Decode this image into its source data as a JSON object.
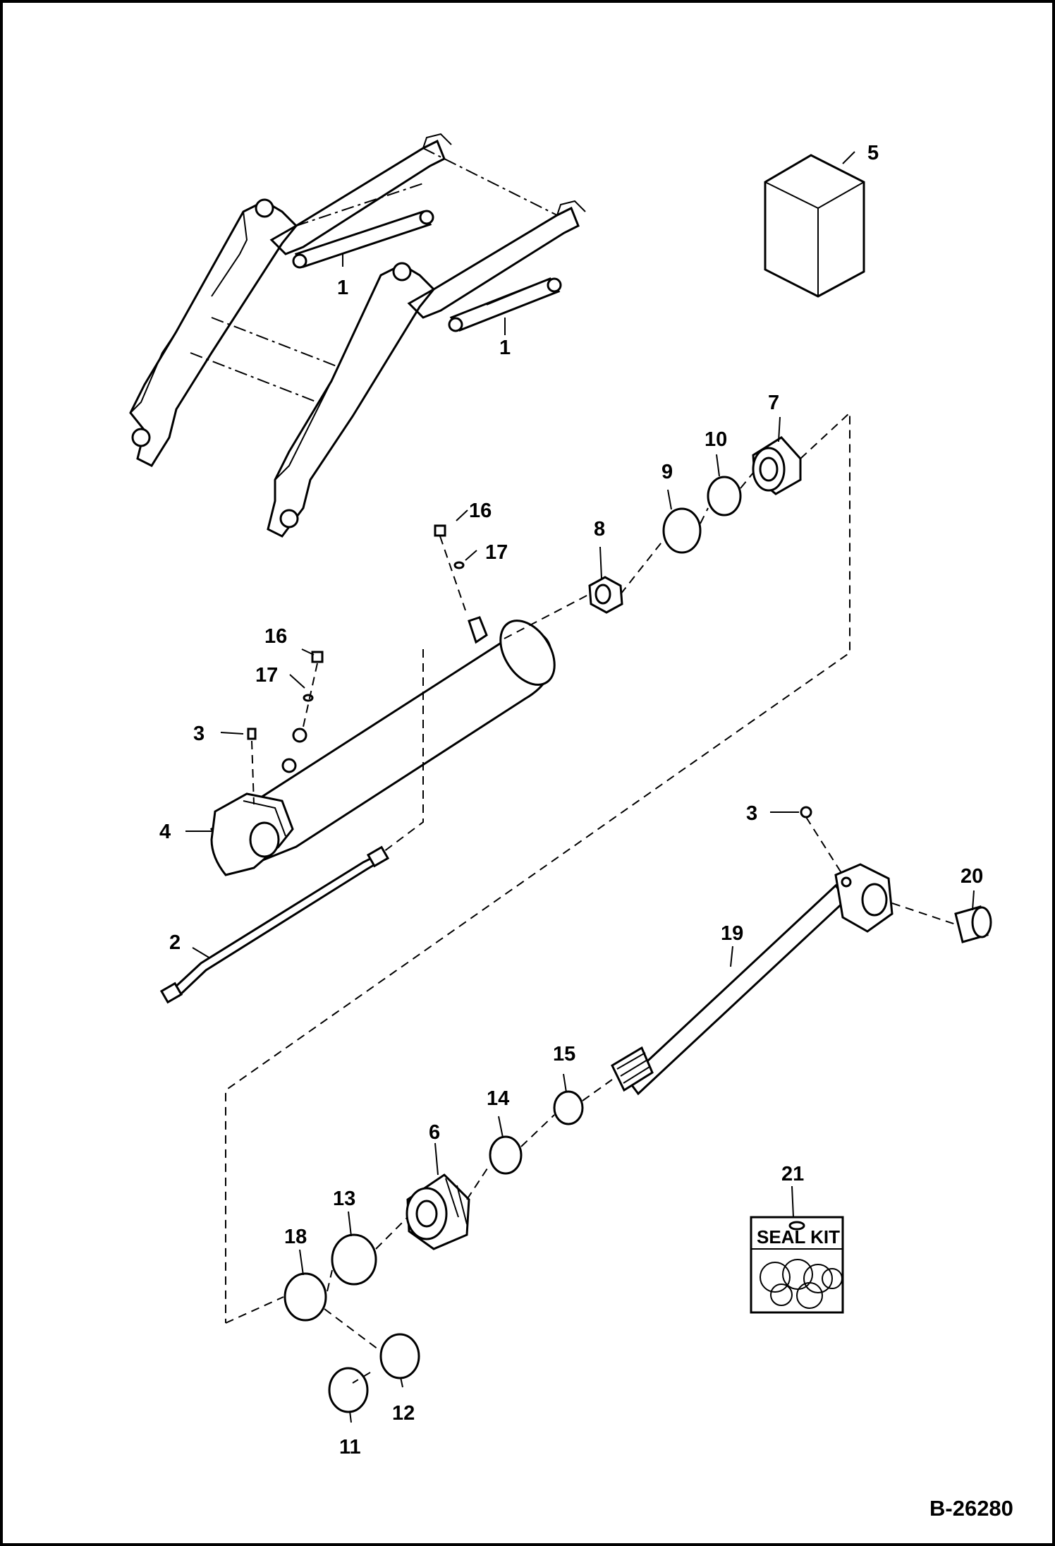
{
  "figure_id": "B-26280",
  "seal_kit_label": "SEAL KIT",
  "callouts": [
    {
      "id": "c1a",
      "label": "1"
    },
    {
      "id": "c1b",
      "label": "1"
    },
    {
      "id": "c2",
      "label": "2"
    },
    {
      "id": "c3a",
      "label": "3"
    },
    {
      "id": "c3b",
      "label": "3"
    },
    {
      "id": "c4",
      "label": "4"
    },
    {
      "id": "c5",
      "label": "5"
    },
    {
      "id": "c6",
      "label": "6"
    },
    {
      "id": "c7",
      "label": "7"
    },
    {
      "id": "c8",
      "label": "8"
    },
    {
      "id": "c9",
      "label": "9"
    },
    {
      "id": "c10",
      "label": "10"
    },
    {
      "id": "c11",
      "label": "11"
    },
    {
      "id": "c12",
      "label": "12"
    },
    {
      "id": "c13",
      "label": "13"
    },
    {
      "id": "c14",
      "label": "14"
    },
    {
      "id": "c15",
      "label": "15"
    },
    {
      "id": "c16a",
      "label": "16"
    },
    {
      "id": "c16b",
      "label": "16"
    },
    {
      "id": "c17a",
      "label": "17"
    },
    {
      "id": "c17b",
      "label": "17"
    },
    {
      "id": "c18",
      "label": "18"
    },
    {
      "id": "c19",
      "label": "19"
    },
    {
      "id": "c20",
      "label": "20"
    },
    {
      "id": "c21",
      "label": "21"
    }
  ]
}
